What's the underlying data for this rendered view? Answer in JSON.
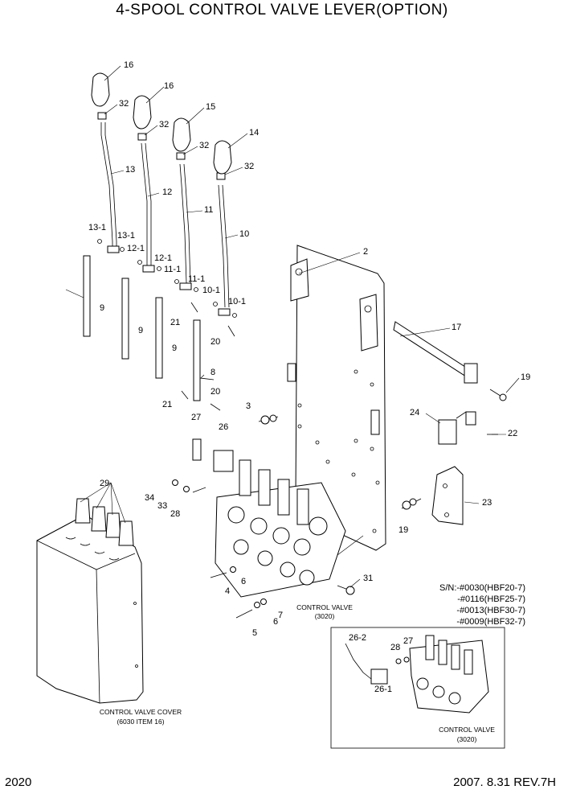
{
  "header": {
    "title": "4-SPOOL CONTROL VALVE LEVER(OPTION)"
  },
  "footer": {
    "page": "2020",
    "date_rev": "2007. 8.31  REV.7H"
  },
  "callouts": {
    "c16a": "16",
    "c16b": "16",
    "c15": "15",
    "c14": "14",
    "c32a": "32",
    "c32b": "32",
    "c32c": "32",
    "c32d": "32",
    "c13": "13",
    "c12": "12",
    "c11": "11",
    "c10": "10",
    "c13_1a": "13-1",
    "c13_1b": "13-1",
    "c12_1a": "12-1",
    "c12_1b": "12-1",
    "c11_1a": "11-1",
    "c11_1b": "11-1",
    "c10_1a": "10-1",
    "c10_1b": "10-1",
    "c9a": "9",
    "c9b": "9",
    "c9c": "9",
    "c8": "8",
    "c21a": "21",
    "c21b": "21",
    "c20a": "20",
    "c20b": "20",
    "c2": "2",
    "c17": "17",
    "c19a": "19",
    "c19b": "19",
    "c3": "3",
    "c24": "24",
    "c22": "22",
    "c23": "23",
    "c27": "27",
    "c26": "26",
    "c29": "29",
    "c34": "34",
    "c33": "33",
    "c28": "28",
    "c31": "31",
    "c4": "4",
    "c6a": "6",
    "c6b": "6",
    "c7": "7",
    "c5": "5",
    "c26_2": "26-2",
    "c26_1": "26-1",
    "c28b": "28",
    "c27b": "27"
  },
  "captions": {
    "control_valve_main": "CONTROL VALVE",
    "control_valve_main_ref": "(3020)",
    "control_valve_cover": "CONTROL VALVE COVER",
    "control_valve_cover_ref": "(6030 ITEM 16)",
    "control_valve_inset": "CONTROL VALVE",
    "control_valve_inset_ref": "(3020)"
  },
  "serial_notes": [
    "S/N:-#0030(HBF20-7)",
    "-#0116(HBF25-7)",
    "-#0013(HBF30-7)",
    "-#0009(HBF32-7)"
  ]
}
